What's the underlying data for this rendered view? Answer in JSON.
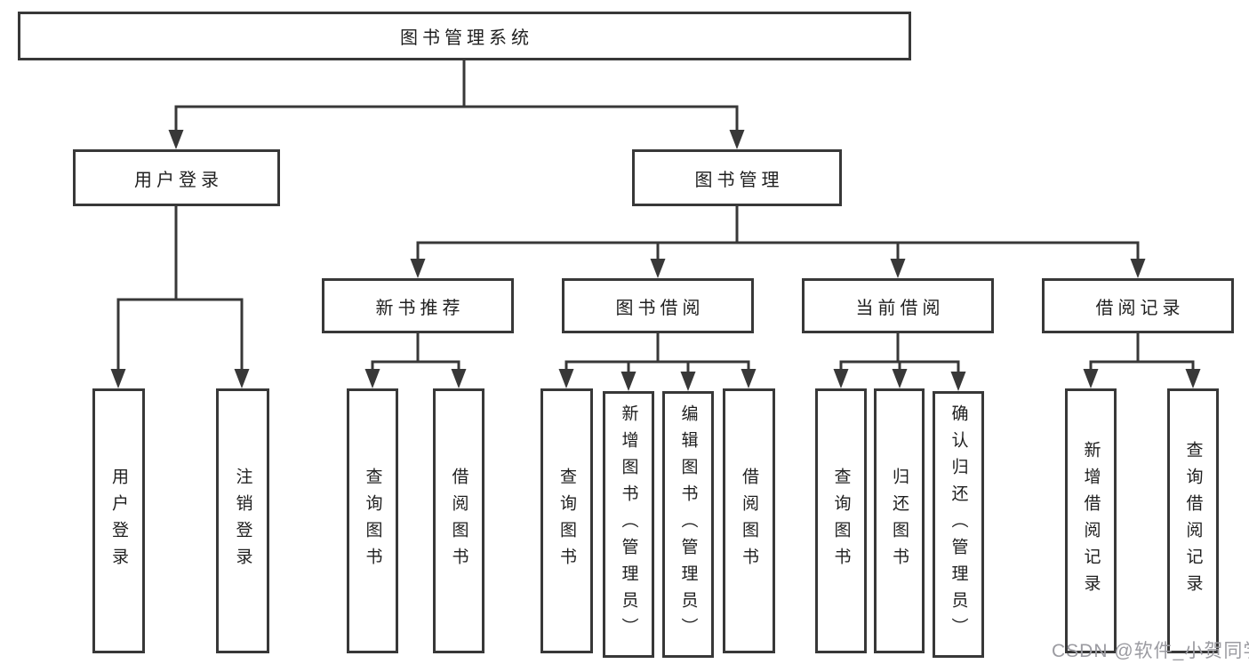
{
  "tree": {
    "label": "图书管理系统",
    "children": [
      {
        "label": "用户登录",
        "children": [
          {
            "label": "用户登录"
          },
          {
            "label": "注销登录"
          }
        ]
      },
      {
        "label": "图书管理",
        "children": [
          {
            "label": "新书推荐",
            "children": [
              {
                "label": "查询图书"
              },
              {
                "label": "借阅图书"
              }
            ]
          },
          {
            "label": "图书借阅",
            "children": [
              {
                "label": "查询图书"
              },
              {
                "label": "新增图书（管理员）"
              },
              {
                "label": "编辑图书（管理员）"
              },
              {
                "label": "借阅图书"
              }
            ]
          },
          {
            "label": "当前借阅",
            "children": [
              {
                "label": "查询图书"
              },
              {
                "label": "归还图书"
              },
              {
                "label": "确认归还（管理员）"
              }
            ]
          },
          {
            "label": "借阅记录",
            "children": [
              {
                "label": "新增借阅记录"
              },
              {
                "label": "查询借阅记录"
              }
            ]
          }
        ]
      }
    ]
  },
  "watermark": "CSDN @软件_小贺同学",
  "colors": {
    "line": "#383838",
    "box_border": "#383838",
    "box_fill": "#ffffff",
    "text": "#1f1f1f",
    "watermark": "#9b9ba1",
    "background": "#ffffff"
  }
}
